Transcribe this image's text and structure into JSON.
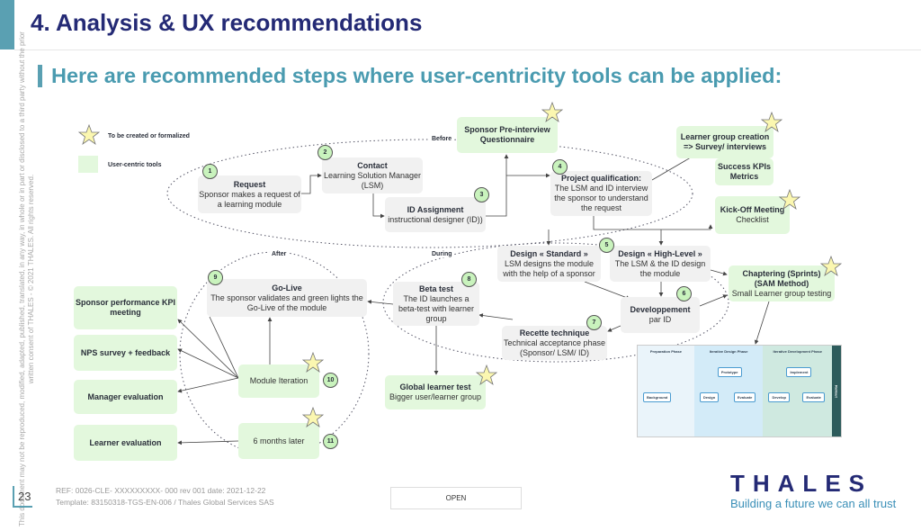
{
  "header": {
    "title": "4. Analysis & UX recommendations",
    "subtitle": "Here are recommended steps where user-centricity tools can be applied:"
  },
  "copyright": "This document may not be reproduced, modified, adapted, published, translated, in any way, in whole or in part or disclosed to a third party without the prior written consent of THALES - © 2021 THALES. All rights reserved.",
  "legend": {
    "star": "To be created or formalized",
    "green": "User-centric tools"
  },
  "phases": {
    "before": "Before",
    "during": "During",
    "after": "After"
  },
  "steps": [
    {
      "n": "1",
      "title": "Request",
      "text": "Sponsor makes a request of a learning module"
    },
    {
      "n": "2",
      "title": "Contact",
      "text": "Learning Solution Manager (LSM)"
    },
    {
      "n": "3",
      "title": "ID Assignment",
      "text": "instructional designer (ID))"
    },
    {
      "n": "4",
      "title": "Project qualification:",
      "text": "The LSM and ID interview the sponsor to understand the request"
    },
    {
      "n": "5",
      "title": "Design « Standard »",
      "text": "LSM designs the module with the help of a sponsor"
    },
    {
      "n": "",
      "title": "Design « High-Level »",
      "text": "The LSM & the ID design the module"
    },
    {
      "n": "6",
      "title": "Developpement",
      "text": "par ID"
    },
    {
      "n": "7",
      "title": "Recette technique",
      "text": "Technical acceptance phase (Sponsor/ LSM/ ID)"
    },
    {
      "n": "8",
      "title": "Beta test",
      "text": "The ID launches a beta-test with learner group"
    },
    {
      "n": "9",
      "title": "Go-Live",
      "text": "The sponsor validates and green lights the Go-Live of the module"
    },
    {
      "n": "10",
      "title": "",
      "text": "Module Iteration"
    },
    {
      "n": "11",
      "title": "",
      "text": "6 months later"
    }
  ],
  "tools": {
    "preinterview": "Sponsor Pre-interview Questionnaire",
    "learnergroup": "Learner group creation => Survey/ interviews",
    "kpis": "Success KPIs Metrics",
    "kickoff_title": "Kick-Off Meeting",
    "kickoff_text": "Checklist",
    "chapter_title": "Chaptering (Sprints) (SAM Method)",
    "chapter_text": "Small Learner group testing",
    "global_title": "Global learner test",
    "global_text": "Bigger user/learner group",
    "sponsorkpi": "Sponsor performance KPI meeting",
    "nps": "NPS survey + feedback",
    "manager": "Manager evaluation",
    "learner": "Learner evaluation"
  },
  "sam_image": {
    "phases": [
      "Preparation Phase",
      "Iterative Design Phase",
      "Iterative Development Phase"
    ],
    "boxes": [
      "Background",
      "Prototype",
      "Design",
      "Evaluate",
      "Implement",
      "Develop",
      "Evaluate"
    ],
    "side": "Rollout"
  },
  "footer": {
    "ref": "REF: 0026-CLE- XXXXXXXXX- 000  rev 001 date: 2021-12-22",
    "template": "Template: 83150318-TGS-EN-006 /  Thales Global Services SAS",
    "classification": "OPEN",
    "page": "23",
    "logo": "THALES",
    "tagline": "Building a future we can all trust"
  },
  "colors": {
    "navy": "#242a75",
    "teal": "#4a9bb0",
    "green": "#e3f8dd",
    "gray": "#f1f1f1",
    "star": "#fbf7b0"
  }
}
